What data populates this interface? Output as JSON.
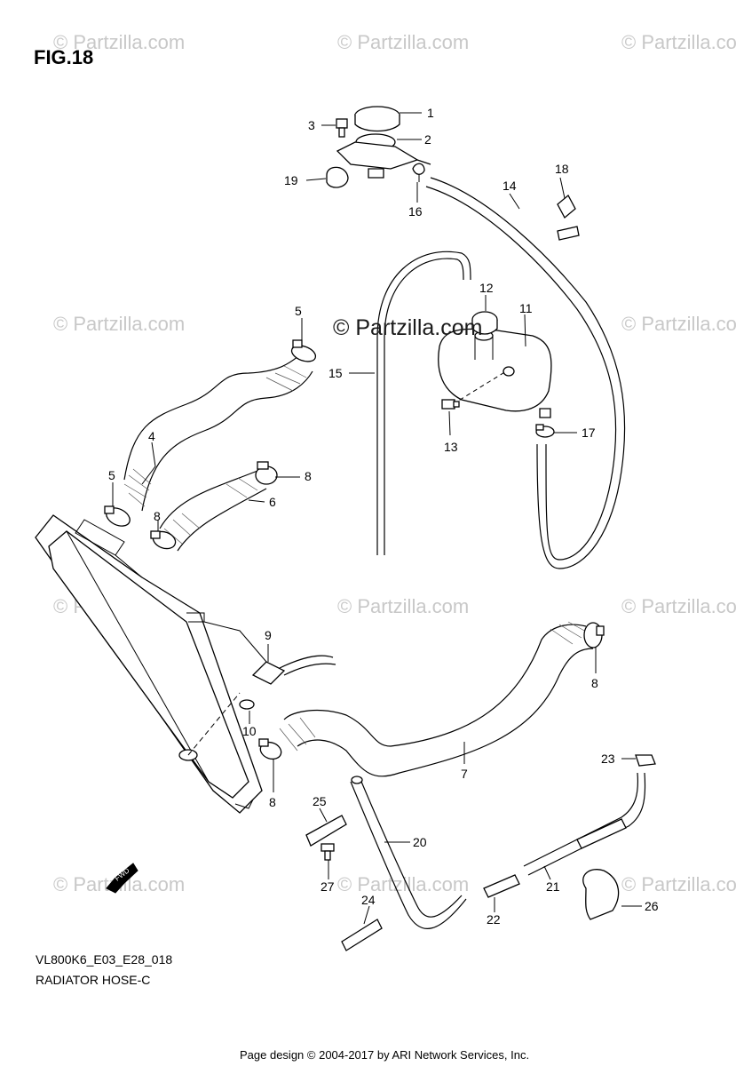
{
  "figure": {
    "title": "FIG.18",
    "code": "VL800K6_E03_E28_018",
    "subtitle": "RADIATOR HOSE-C"
  },
  "watermark": {
    "text": "© Partzilla.com",
    "center_text": "© Partzilla.com"
  },
  "callouts": [
    "1",
    "2",
    "3",
    "4",
    "5",
    "5",
    "6",
    "7",
    "8",
    "8",
    "8",
    "8",
    "9",
    "10",
    "11",
    "12",
    "13",
    "14",
    "15",
    "16",
    "17",
    "18",
    "19",
    "20",
    "21",
    "22",
    "23",
    "24",
    "25",
    "26",
    "27"
  ],
  "fwd_label": "FWD",
  "footer": {
    "copyright": "Page design © 2004-2017 by ARI Network Services, Inc."
  }
}
